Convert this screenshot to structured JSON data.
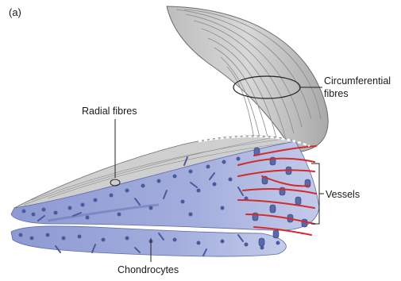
{
  "figure": {
    "panel_label": "(a)",
    "labels": {
      "radial_fibres": "Radial fibres",
      "circumferential_fibres_line1": "Circumferential",
      "circumferential_fibres_line2": "fibres",
      "vessels": "Vessels",
      "chondrocytes": "Chondrocytes"
    },
    "colors": {
      "fibre_surface": "#c9c9c9",
      "fibre_lines": "#7d7d7d",
      "tissue": "#9aa6d8",
      "cells": "#4a5a9c",
      "vessels": "#d42a2a"
    }
  }
}
